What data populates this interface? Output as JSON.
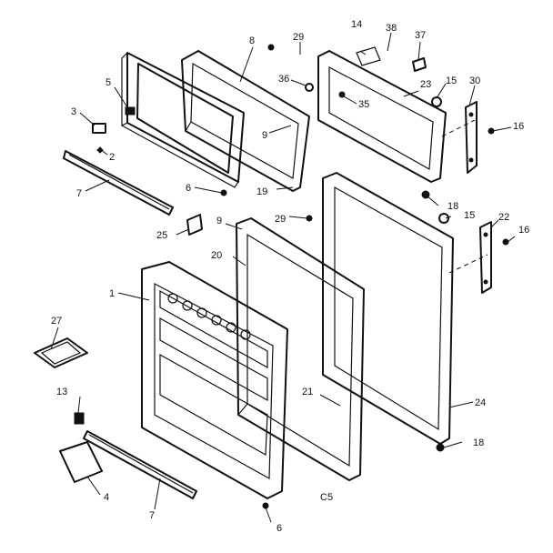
{
  "diagram": {
    "callouts": [
      {
        "id": "c1",
        "text": "1"
      },
      {
        "id": "c2",
        "text": "2"
      },
      {
        "id": "c3",
        "text": "3"
      },
      {
        "id": "c4",
        "text": "4"
      },
      {
        "id": "c5",
        "text": "5"
      },
      {
        "id": "c6a",
        "text": "6"
      },
      {
        "id": "c6b",
        "text": "6"
      },
      {
        "id": "c7a",
        "text": "7"
      },
      {
        "id": "c7b",
        "text": "7"
      },
      {
        "id": "c8",
        "text": "8"
      },
      {
        "id": "c9a",
        "text": "9"
      },
      {
        "id": "c9b",
        "text": "9"
      },
      {
        "id": "c13",
        "text": "13"
      },
      {
        "id": "c14",
        "text": "14"
      },
      {
        "id": "c15a",
        "text": "15"
      },
      {
        "id": "c15b",
        "text": "15"
      },
      {
        "id": "c16a",
        "text": "16"
      },
      {
        "id": "c16b",
        "text": "16"
      },
      {
        "id": "c18a",
        "text": "18"
      },
      {
        "id": "c18b",
        "text": "18"
      },
      {
        "id": "c19",
        "text": "19"
      },
      {
        "id": "c20",
        "text": "20"
      },
      {
        "id": "c21",
        "text": "21"
      },
      {
        "id": "c22",
        "text": "22"
      },
      {
        "id": "c23",
        "text": "23"
      },
      {
        "id": "c24",
        "text": "24"
      },
      {
        "id": "c25",
        "text": "25"
      },
      {
        "id": "c27",
        "text": "27"
      },
      {
        "id": "c29a",
        "text": "29"
      },
      {
        "id": "c29b",
        "text": "29"
      },
      {
        "id": "c30",
        "text": "30"
      },
      {
        "id": "c35",
        "text": "35"
      },
      {
        "id": "c36",
        "text": "36"
      },
      {
        "id": "c37",
        "text": "37"
      },
      {
        "id": "c38",
        "text": "38"
      }
    ],
    "corner_mark": "C5"
  }
}
